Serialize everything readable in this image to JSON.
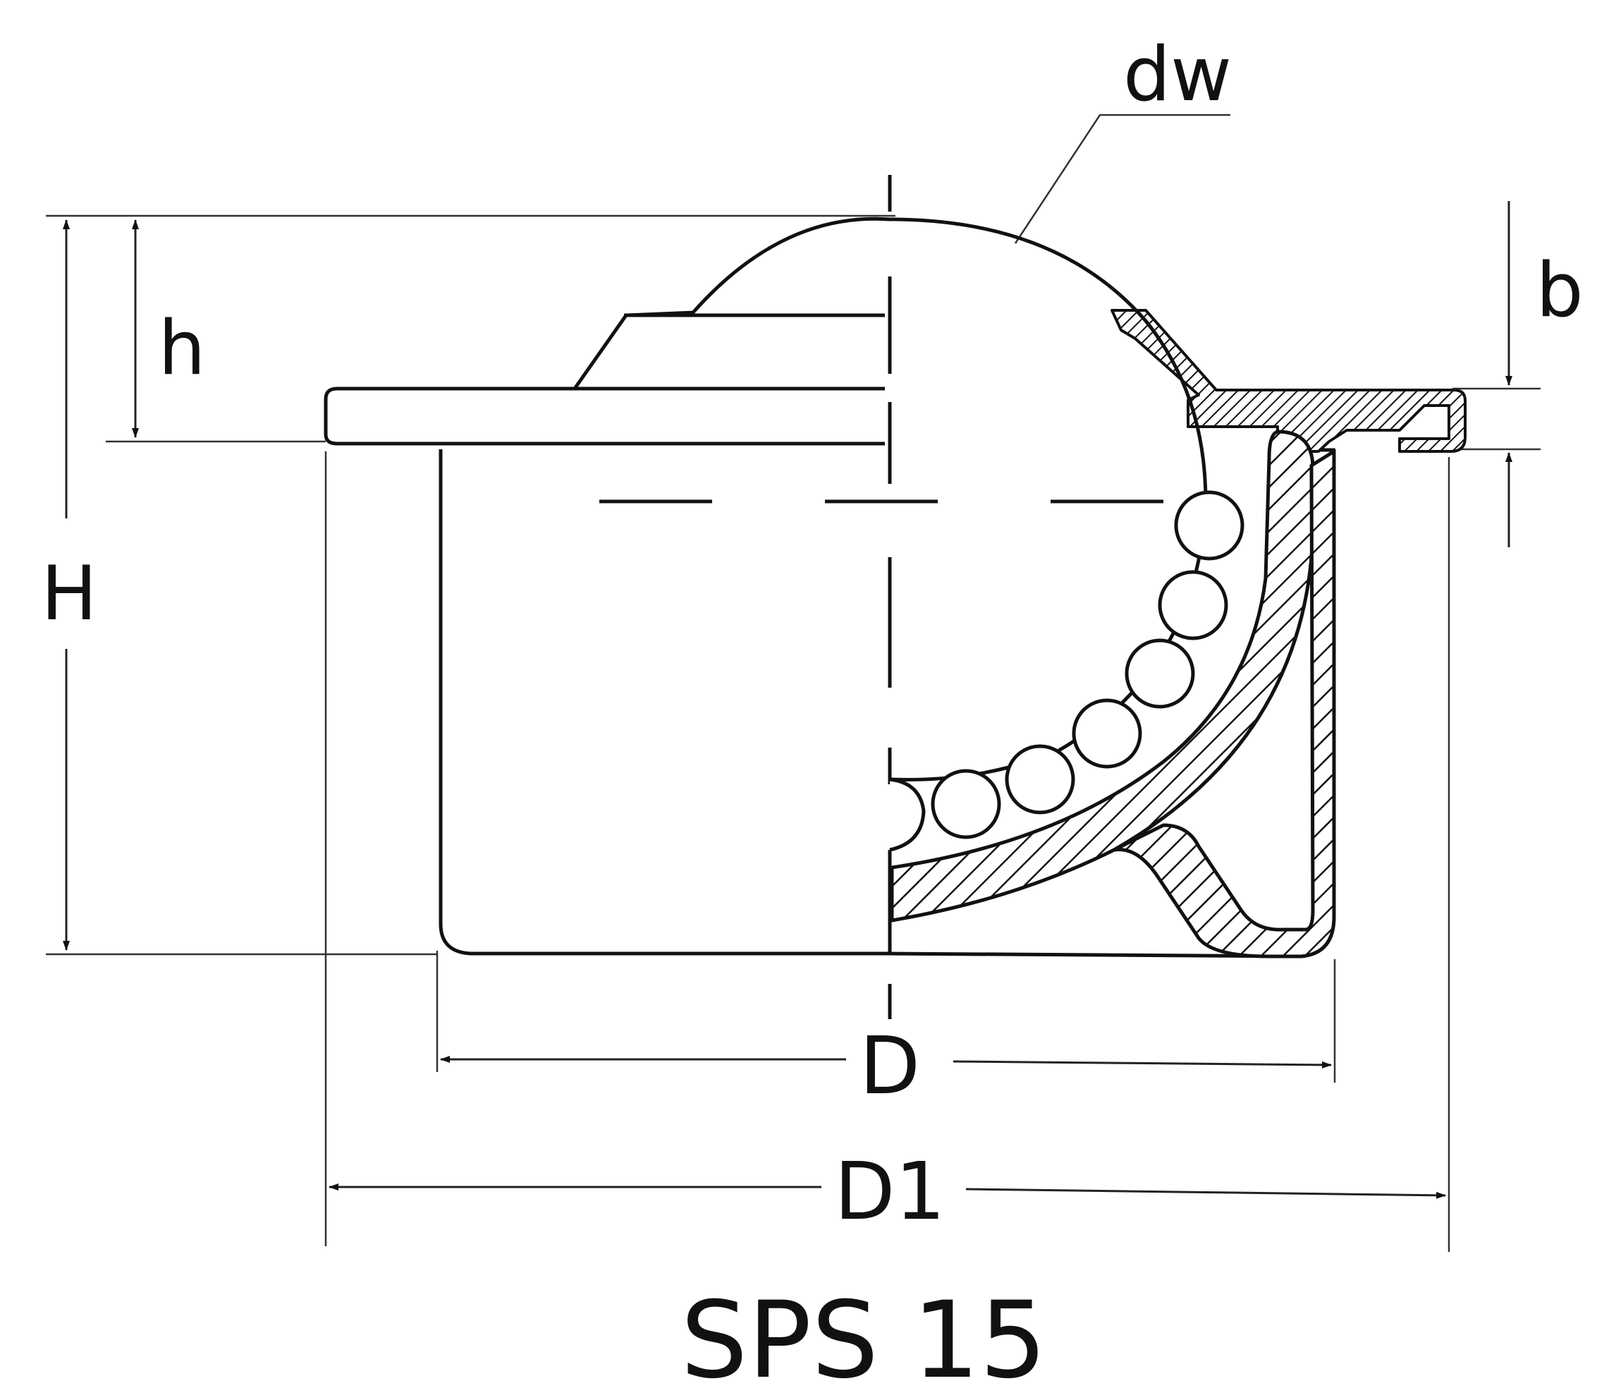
{
  "labels": {
    "dw": "dw",
    "b": "b",
    "h": "h",
    "H": "H",
    "D": "D",
    "D1": "D1",
    "caption": "SPS 15"
  }
}
